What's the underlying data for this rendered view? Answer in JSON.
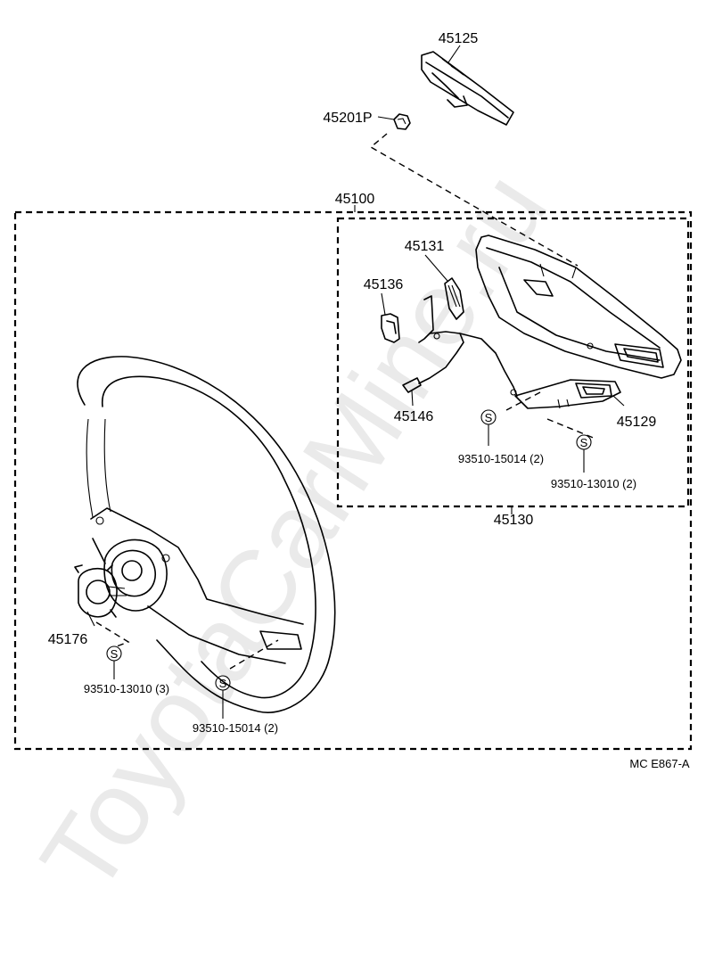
{
  "watermark": "ToyotaCarMine.ru",
  "figure_code": "MC E867-A",
  "seal_symbol": "S",
  "parts": {
    "cover_top": "45125",
    "nut": "45201P",
    "wheel_assy": "45100",
    "pad_assy": "45130",
    "emblem": "45131",
    "bracket": "45136",
    "horn_wire": "45146",
    "horn_button": "45129",
    "ring": "45176"
  },
  "screws": {
    "pad_screw": "93510-15014 (2)",
    "button_screw": "93510-13010 (2)",
    "ring_screw": "93510-13010 (3)",
    "wheel_screw": "93510-15014  (2)"
  },
  "colors": {
    "line": "#000000",
    "watermark": "#d9d9d9",
    "background": "#ffffff"
  }
}
